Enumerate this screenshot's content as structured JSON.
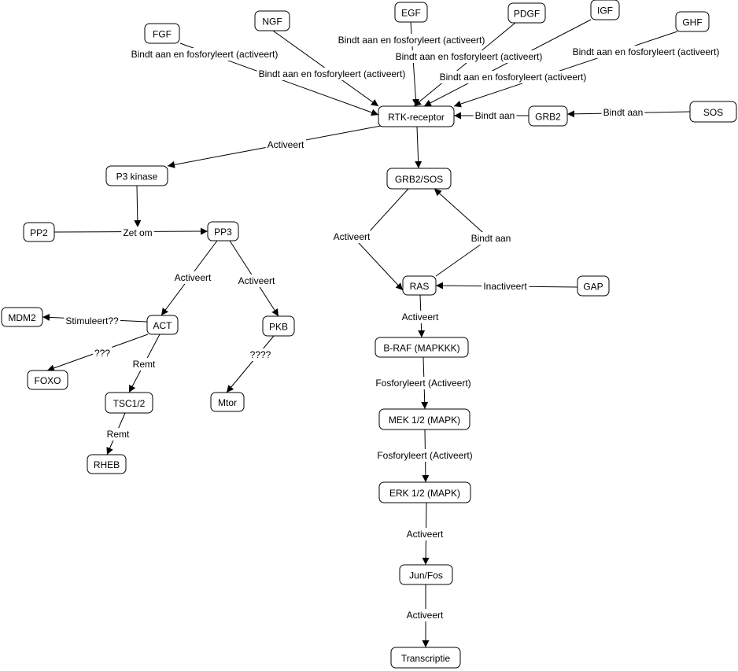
{
  "nodes": [
    {
      "id": "fgf",
      "label": "FGF"
    },
    {
      "id": "ngf",
      "label": "NGF"
    },
    {
      "id": "egf",
      "label": "EGF"
    },
    {
      "id": "pdgf",
      "label": "PDGF"
    },
    {
      "id": "igf",
      "label": "IGF"
    },
    {
      "id": "ghf",
      "label": "GHF"
    },
    {
      "id": "rtk",
      "label": "RTK-receptor"
    },
    {
      "id": "grb2",
      "label": "GRB2"
    },
    {
      "id": "sos",
      "label": "SOS"
    },
    {
      "id": "p3k",
      "label": "P3 kinase"
    },
    {
      "id": "grb2sos",
      "label": "GRB2/SOS"
    },
    {
      "id": "pp2",
      "label": "PP2"
    },
    {
      "id": "pp3",
      "label": "PP3"
    },
    {
      "id": "ras",
      "label": "RAS"
    },
    {
      "id": "gap",
      "label": "GAP"
    },
    {
      "id": "mdm2",
      "label": "MDM2"
    },
    {
      "id": "act",
      "label": "ACT"
    },
    {
      "id": "pkb",
      "label": "PKB"
    },
    {
      "id": "braf",
      "label": "B-RAF (MAPKKK)"
    },
    {
      "id": "foxo",
      "label": "FOXO"
    },
    {
      "id": "tsc",
      "label": "TSC1/2"
    },
    {
      "id": "mtor",
      "label": "Mtor"
    },
    {
      "id": "mek",
      "label": "MEK 1/2 (MAPK)"
    },
    {
      "id": "rheb",
      "label": "RHEB"
    },
    {
      "id": "erk",
      "label": "ERK 1/2 (MAPK)"
    },
    {
      "id": "junfos",
      "label": "Jun/Fos"
    },
    {
      "id": "transcriptie",
      "label": "Transcriptie"
    }
  ],
  "edges": [
    {
      "id": "fgf-rtk",
      "from": "fgf",
      "to": "rtk",
      "label": "Bindt aan en fosforyleert (activeert)"
    },
    {
      "id": "ngf-rtk",
      "from": "ngf",
      "to": "rtk",
      "label": "Bindt aan en fosforyleert (activeert)"
    },
    {
      "id": "egf-rtk",
      "from": "egf",
      "to": "rtk",
      "label": "Bindt aan en fosforyleert (activeert)"
    },
    {
      "id": "pdgf-rtk",
      "from": "pdgf",
      "to": "rtk",
      "label": "Bindt aan en fosforyleert (activeert)"
    },
    {
      "id": "igf-rtk",
      "from": "igf",
      "to": "rtk",
      "label": "Bindt aan en fosforyleert (activeert)"
    },
    {
      "id": "ghf-rtk",
      "from": "ghf",
      "to": "rtk",
      "label": "Bindt aan en fosforyleert (activeert)"
    },
    {
      "id": "grb2-rtk",
      "from": "grb2",
      "to": "rtk",
      "label": "Bindt aan"
    },
    {
      "id": "sos-grb2",
      "from": "sos",
      "to": "grb2",
      "label": "Bindt aan"
    },
    {
      "id": "rtk-p3k",
      "from": "rtk",
      "to": "p3k",
      "label": "Activeert"
    },
    {
      "id": "rtk-grb2sos",
      "from": "rtk",
      "to": "grb2sos",
      "label": ""
    },
    {
      "id": "p3k-pp3",
      "from": "p3k",
      "to": "pp3",
      "label": ""
    },
    {
      "id": "pp2-pp3",
      "from": "pp2",
      "to": "pp3",
      "label": "Zet om"
    },
    {
      "id": "grb2sos-ras",
      "from": "grb2sos",
      "to": "ras",
      "label": "Activeert"
    },
    {
      "id": "ras-grb2sos",
      "from": "ras",
      "to": "grb2sos",
      "label": "Bindt aan"
    },
    {
      "id": "gap-ras",
      "from": "gap",
      "to": "ras",
      "label": "Inactiveert"
    },
    {
      "id": "pp3-act",
      "from": "pp3",
      "to": "act",
      "label": "Activeert"
    },
    {
      "id": "pp3-pkb",
      "from": "pp3",
      "to": "pkb",
      "label": "Activeert"
    },
    {
      "id": "act-mdm2",
      "from": "act",
      "to": "mdm2",
      "label": "Stimuleert??"
    },
    {
      "id": "act-foxo",
      "from": "act",
      "to": "foxo",
      "label": "???"
    },
    {
      "id": "act-tsc",
      "from": "act",
      "to": "tsc",
      "label": "Remt"
    },
    {
      "id": "pkb-mtor",
      "from": "pkb",
      "to": "mtor",
      "label": "????"
    },
    {
      "id": "tsc-rheb",
      "from": "tsc",
      "to": "rheb",
      "label": "Remt"
    },
    {
      "id": "ras-braf",
      "from": "ras",
      "to": "braf",
      "label": "Activeert"
    },
    {
      "id": "braf-mek",
      "from": "braf",
      "to": "mek",
      "label": "Fosforyleert (Activeert)"
    },
    {
      "id": "mek-erk",
      "from": "mek",
      "to": "erk",
      "label": "Fosforyleert (Activeert)"
    },
    {
      "id": "erk-junfos",
      "from": "erk",
      "to": "junfos",
      "label": "Activeert"
    },
    {
      "id": "junfos-transcriptie",
      "from": "junfos",
      "to": "transcriptie",
      "label": "Activeert"
    }
  ]
}
